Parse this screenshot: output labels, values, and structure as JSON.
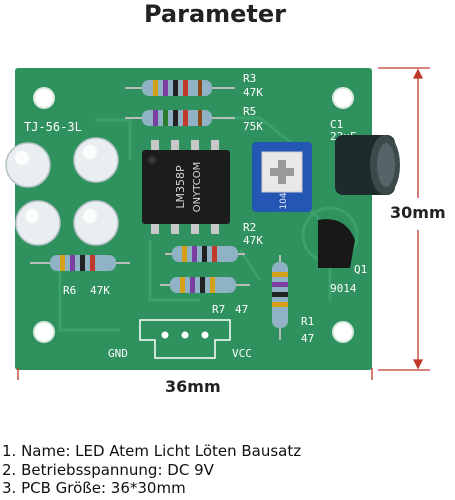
{
  "title": "Parameter",
  "board": {
    "name": "TJ-56-3L",
    "labels": {
      "r3": "R3",
      "r3_val": "47K",
      "r5": "R5",
      "r5_val": "75K",
      "r2": "R2",
      "r2_val": "47K",
      "r6": "R6",
      "r6_val": "47K",
      "r7": "R7",
      "r7_val": "47",
      "r1": "R1",
      "r1_val": "47",
      "c1": "C1",
      "c1_val": "22uF",
      "q1": "Q1",
      "q1_val": "9014",
      "gnd": "GND",
      "vcc": "VCC"
    },
    "chip_brand": "ONYTCOM",
    "chip_model": "LM358P",
    "pot_code": "104"
  },
  "dimensions": {
    "width": "36mm",
    "height": "30mm"
  },
  "specs": [
    "1. Name: LED Atem Licht Löten Bausatz",
    "2. Betriebsspannung: DC 9V",
    "3. PCB Größe: 36*30mm"
  ],
  "colors": {
    "pcb": "#2e8f5c",
    "resistor_body": "#8fb3c4",
    "pot": "#2456b3",
    "chip": "#1a1a1a",
    "dimension_line": "#c0392b"
  }
}
